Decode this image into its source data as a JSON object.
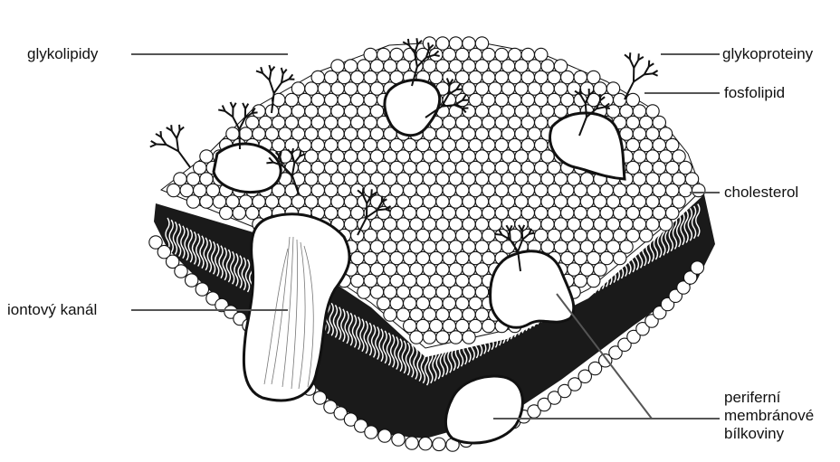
{
  "labels": {
    "glykolipidy": "glykolipidy",
    "glykoproteiny": "glykoproteiny",
    "fosfolipid": "fosfolipid",
    "cholesterol": "cholesterol",
    "iontovy_kanal": "iontový kanál",
    "periferni_line1": "periferní",
    "periferni_line2": "membránové",
    "periferni_line3": "bílkoviny"
  },
  "colors": {
    "ink": "#111111",
    "head_fill": "#ffffff",
    "tail_dark": "#1a1a1a",
    "leader": "#555555"
  }
}
